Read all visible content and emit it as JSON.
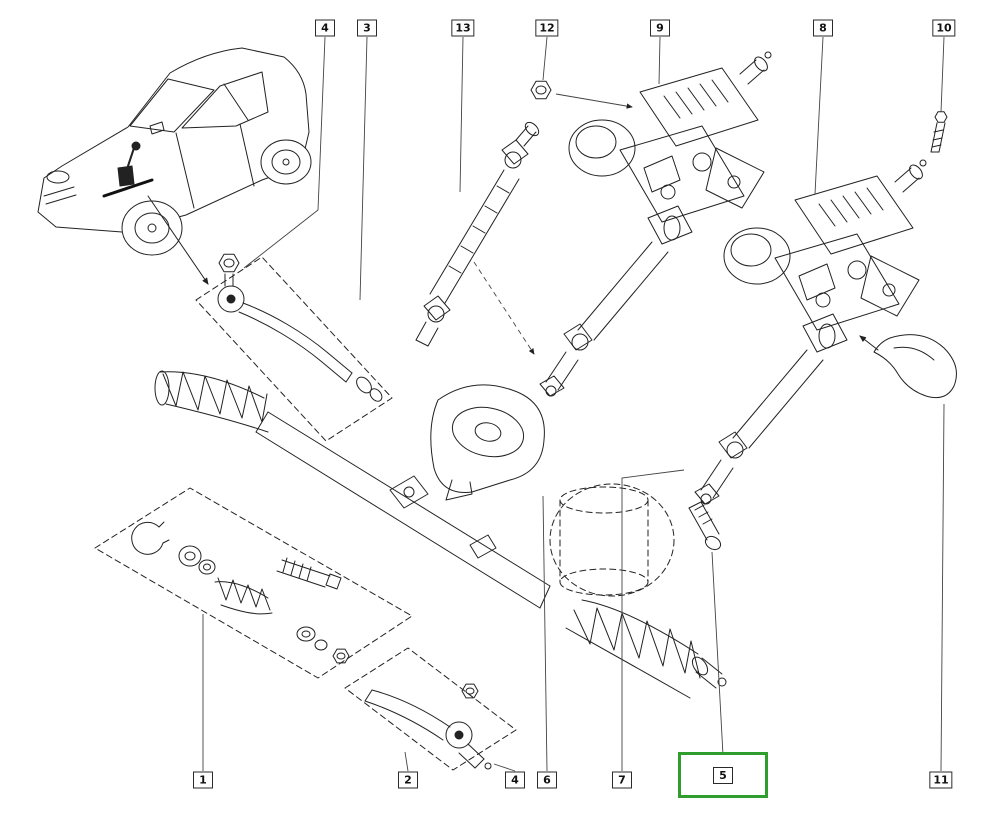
{
  "diagram": {
    "type": "exploded-parts-diagram",
    "background_color": "#ffffff",
    "line_color": "#222222",
    "leader_color": "#444444",
    "highlight_color": "#2f9e2f",
    "highlighted_callout": "5"
  },
  "callouts": [
    {
      "label": "4",
      "position": "top"
    },
    {
      "label": "3",
      "position": "top"
    },
    {
      "label": "13",
      "position": "top"
    },
    {
      "label": "12",
      "position": "top"
    },
    {
      "label": "9",
      "position": "top"
    },
    {
      "label": "8",
      "position": "top"
    },
    {
      "label": "10",
      "position": "top"
    },
    {
      "label": "1",
      "position": "bottom"
    },
    {
      "label": "2",
      "position": "bottom"
    },
    {
      "label": "4",
      "position": "bottom"
    },
    {
      "label": "6",
      "position": "bottom"
    },
    {
      "label": "7",
      "position": "bottom"
    },
    {
      "label": "5",
      "position": "bottom",
      "highlighted": true
    },
    {
      "label": "11",
      "position": "bottom"
    }
  ]
}
